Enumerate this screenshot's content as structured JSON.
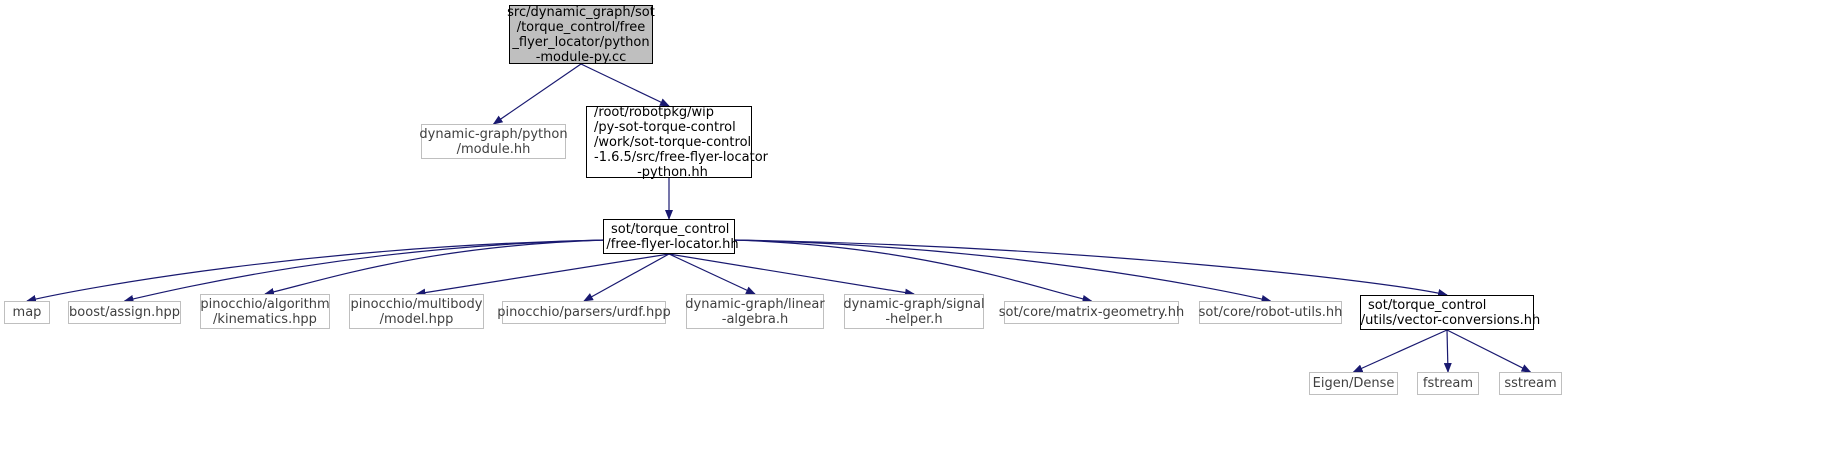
{
  "colors": {
    "edge": "#191970",
    "root_fill": "#bfbfbf",
    "local_border": "#000000",
    "external_border": "#bfbfbf",
    "external_text": "#3f3f3f"
  },
  "nodes": [
    {
      "id": "root",
      "kind": "root",
      "lines": [
        "src/dynamic_graph/sot",
        "/torque_control/free",
        "_flyer_locator/python",
        "-module-py.cc"
      ]
    },
    {
      "id": "python_module",
      "kind": "external",
      "lines": [
        "dynamic-graph/python",
        "/module.hh"
      ]
    },
    {
      "id": "ffl_python",
      "kind": "local",
      "lines": [
        "/root/robotpkg/wip",
        "/py-sot-torque-control",
        "/work/sot-torque-control",
        "-1.6.5/src/free-flyer-locator",
        "-python.hh"
      ]
    },
    {
      "id": "ffl",
      "kind": "local",
      "lines": [
        "sot/torque_control",
        "/free-flyer-locator.hh"
      ]
    },
    {
      "id": "map",
      "kind": "external",
      "lines": [
        "map"
      ]
    },
    {
      "id": "boost_assign",
      "kind": "external",
      "lines": [
        "boost/assign.hpp"
      ]
    },
    {
      "id": "pin_kinematics",
      "kind": "external",
      "lines": [
        "pinocchio/algorithm",
        "/kinematics.hpp"
      ]
    },
    {
      "id": "pin_model",
      "kind": "external",
      "lines": [
        "pinocchio/multibody",
        "/model.hpp"
      ]
    },
    {
      "id": "pin_urdf",
      "kind": "external",
      "lines": [
        "pinocchio/parsers/urdf.hpp"
      ]
    },
    {
      "id": "dg_linear_algebra",
      "kind": "external",
      "lines": [
        "dynamic-graph/linear",
        "-algebra.h"
      ]
    },
    {
      "id": "dg_signal_helper",
      "kind": "external",
      "lines": [
        "dynamic-graph/signal",
        "-helper.h"
      ]
    },
    {
      "id": "matrix_geometry",
      "kind": "external",
      "lines": [
        "sot/core/matrix-geometry.hh"
      ]
    },
    {
      "id": "robot_utils",
      "kind": "external",
      "lines": [
        "sot/core/robot-utils.hh"
      ]
    },
    {
      "id": "vector_conversions",
      "kind": "local",
      "lines": [
        "sot/torque_control",
        "/utils/vector-conversions.hh"
      ]
    },
    {
      "id": "eigen_dense",
      "kind": "external",
      "lines": [
        "Eigen/Dense"
      ]
    },
    {
      "id": "fstream",
      "kind": "external",
      "lines": [
        "fstream"
      ]
    },
    {
      "id": "sstream",
      "kind": "external",
      "lines": [
        "sstream"
      ]
    }
  ],
  "edges": [
    [
      "root",
      "python_module"
    ],
    [
      "root",
      "ffl_python"
    ],
    [
      "ffl_python",
      "ffl"
    ],
    [
      "ffl",
      "map"
    ],
    [
      "ffl",
      "boost_assign"
    ],
    [
      "ffl",
      "pin_kinematics"
    ],
    [
      "ffl",
      "pin_model"
    ],
    [
      "ffl",
      "pin_urdf"
    ],
    [
      "ffl",
      "dg_linear_algebra"
    ],
    [
      "ffl",
      "dg_signal_helper"
    ],
    [
      "ffl",
      "matrix_geometry"
    ],
    [
      "ffl",
      "robot_utils"
    ],
    [
      "ffl",
      "vector_conversions"
    ],
    [
      "vector_conversions",
      "eigen_dense"
    ],
    [
      "vector_conversions",
      "fstream"
    ],
    [
      "vector_conversions",
      "sstream"
    ]
  ]
}
